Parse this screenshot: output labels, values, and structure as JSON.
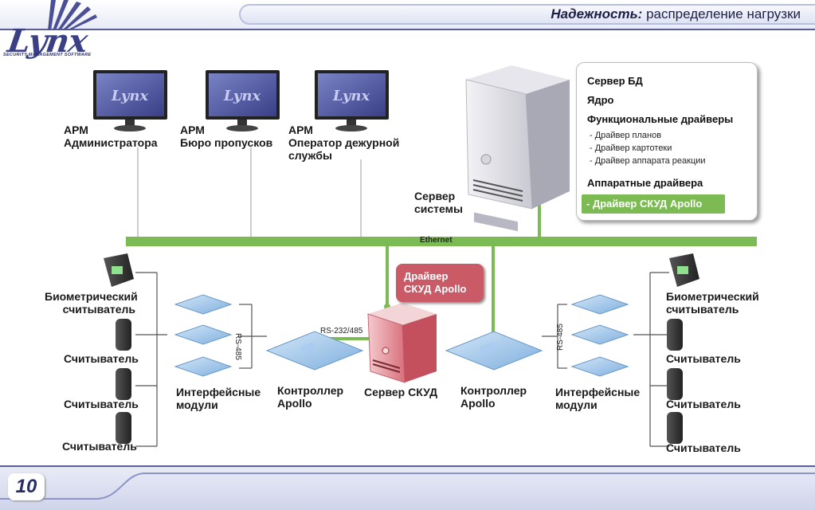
{
  "header": {
    "title_bold": "Надежность:",
    "title_rest": " распределение нагрузки"
  },
  "logo": {
    "name": "Lynx",
    "tagline": "SECURITY MANAGEMENT SOFTWARE"
  },
  "workstations": [
    {
      "line1": "АРМ",
      "line2": "Администратора",
      "line3": ""
    },
    {
      "line1": "АРМ",
      "line2": "Бюро пропусков",
      "line3": ""
    },
    {
      "line1": "АРМ",
      "line2": "Оператор дежурной",
      "line3": "службы"
    }
  ],
  "system_server": {
    "line1": "Сервер",
    "line2": "системы"
  },
  "server_box": {
    "db": "Сервер БД",
    "core": "Ядро",
    "functional": "Функциональные драйверы",
    "functional_items": [
      "- Драйвер планов",
      "- Драйвер картотеки",
      "- Драйвер аппарата реакции"
    ],
    "hardware": "Аппаратные драйвера",
    "apollo_driver": "- Драйвер СКУД Apollo"
  },
  "network": {
    "ethernet": "Ethernet",
    "rs232": "RS-232/485",
    "rs485_left": "RS-485",
    "rs485_right": "RS-485"
  },
  "skud_driver": {
    "line1": "Драйвер",
    "line2": "СКУД Apollo"
  },
  "skud_server": "Сервер СКУД",
  "left_side": {
    "biometric": {
      "line1": "Биометрический",
      "line2": "считыватель"
    },
    "readers": [
      "Считыватель",
      "Считыватель",
      "Считыватель"
    ],
    "modules": {
      "line1": "Интерфейсные",
      "line2": "модули"
    },
    "controller": {
      "line1": "Контроллер",
      "line2": "Apollo"
    }
  },
  "right_side": {
    "biometric": {
      "line1": "Биометрический",
      "line2": "считыватель"
    },
    "readers": [
      "Считыватель",
      "Считыватель",
      "Считыватель"
    ],
    "modules": {
      "line1": "Интерфейсные",
      "line2": "модули"
    },
    "controller": {
      "line1": "Контроллер",
      "line2": "Apollo"
    }
  },
  "footer": {
    "page_number": "10"
  },
  "colors": {
    "ethernet": "#7cbb54",
    "accent": "#3a3f86",
    "skud_red": "#c95a66"
  }
}
